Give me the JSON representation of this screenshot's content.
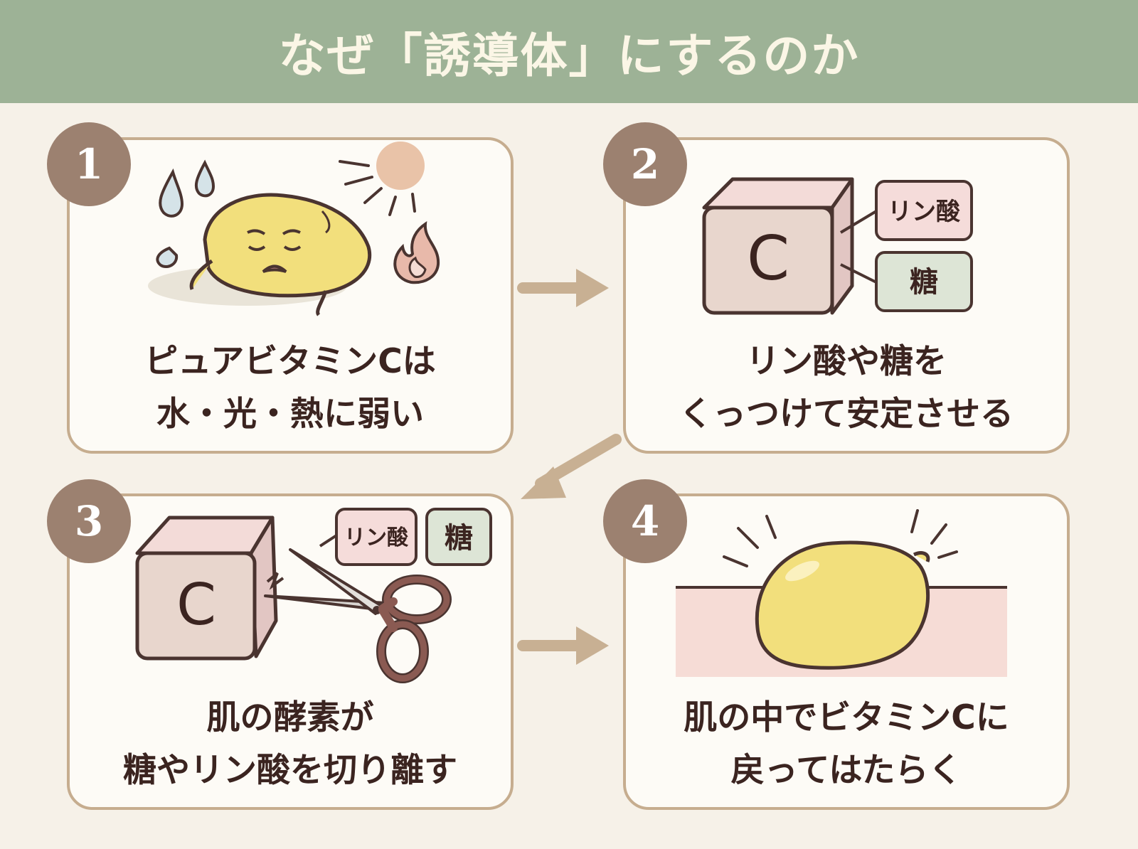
{
  "header": {
    "title": "なぜ「誘導体」にするのか"
  },
  "steps": [
    {
      "number": "1",
      "caption_line1": "ピュアビタミンCは",
      "caption_line2": "水・光・熱に弱い"
    },
    {
      "number": "2",
      "caption_line1": "リン酸や糖を",
      "caption_line2": "くっつけて安定させる",
      "cube_letter": "C",
      "tag_phosphate": "リン酸",
      "tag_sugar": "糖"
    },
    {
      "number": "3",
      "caption_line1": "肌の酵素が",
      "caption_line2": "糖やリン酸を切り離す",
      "cube_letter": "C",
      "tag_phosphate": "リン酸",
      "tag_sugar": "糖"
    },
    {
      "number": "4",
      "caption_line1": "肌の中でビタミンCに",
      "caption_line2": "戻ってはたらく"
    }
  ],
  "icons": {
    "panel1": [
      "sad-lemon-icon",
      "water-drop-icon",
      "sun-icon",
      "flame-icon"
    ],
    "panel2": [
      "vitamin-c-cube-icon",
      "phosphate-tag",
      "sugar-tag"
    ],
    "panel3": [
      "vitamin-c-cube-icon",
      "scissors-icon",
      "phosphate-tag",
      "sugar-tag"
    ],
    "panel4": [
      "shining-lemon-icon",
      "skin-layer-icon"
    ],
    "flow": [
      "arrow-right-icon",
      "arrow-down-left-icon",
      "arrow-right-icon"
    ]
  },
  "colors": {
    "header_bg": "#9db296",
    "header_text": "#fbf6e6",
    "page_bg": "#f6f1e8",
    "panel_border": "#c6ad8f",
    "badge_bg": "#9c8170",
    "caption_text": "#3b2420",
    "arrow": "#c8b093",
    "lemon": "#f2df7c",
    "cube_face": "#e8d6cd",
    "tag_phosphate_bg": "#f5dcda",
    "tag_sugar_bg": "#dde5d6",
    "skin": "#f6dcd6"
  }
}
